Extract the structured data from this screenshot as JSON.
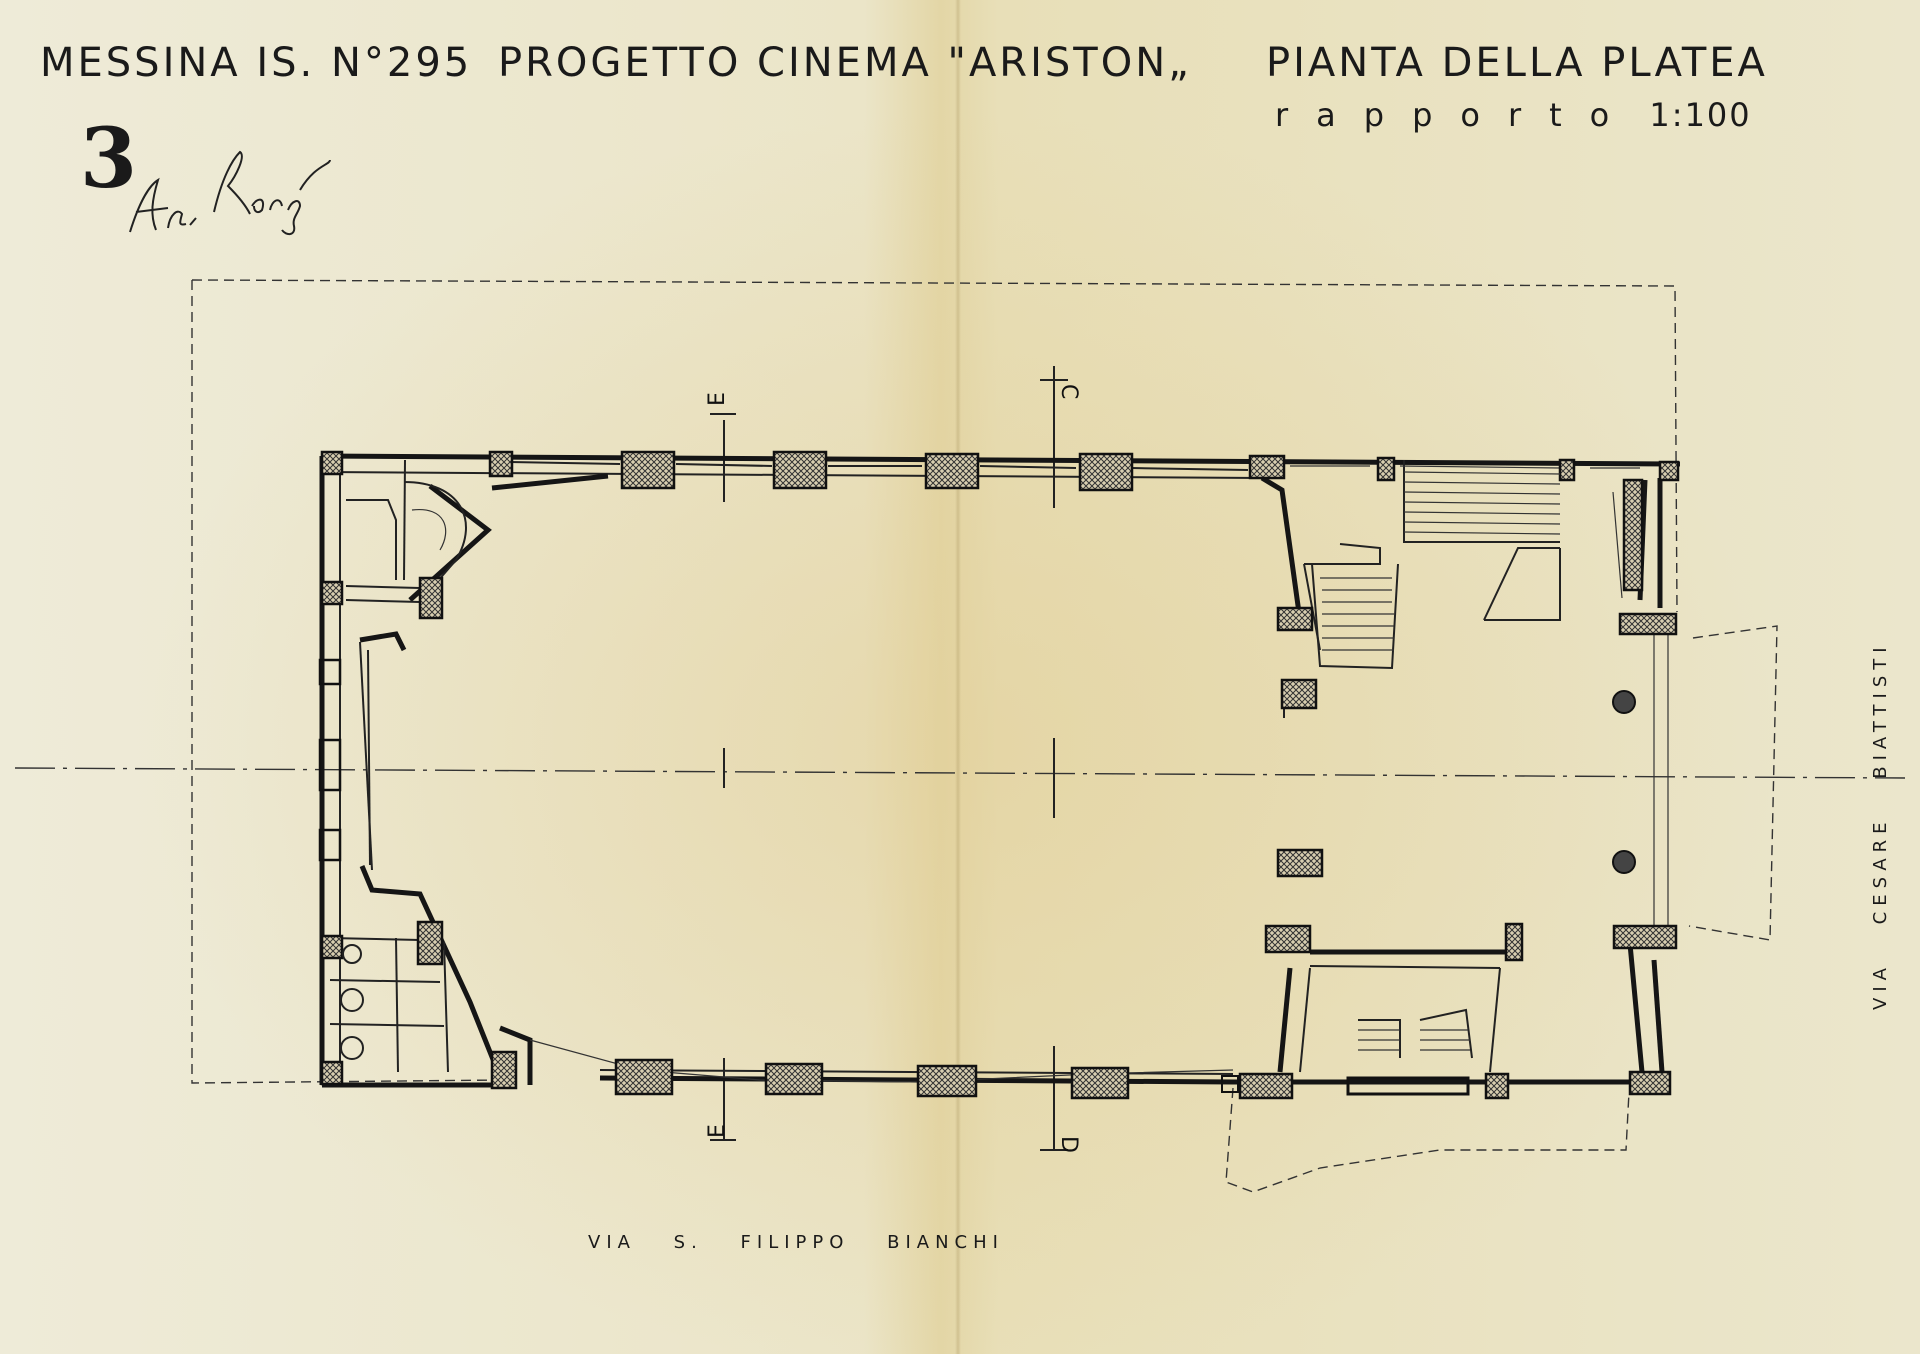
{
  "header": {
    "project_ref": "MESSINA IS. N°295",
    "project_title": "PROGETTO CINEMA \"ARISTON„",
    "sheet_title": "PIANTA DELLA PLATEA",
    "scale_word": "rapporto",
    "scale_value": "1:100"
  },
  "sheet_number": "3",
  "streets": {
    "bottom": "VIA S. FILIPPO BIANCHI",
    "right": "VIA CESARE BIATTISTI"
  },
  "section_markers": {
    "e_top": "E",
    "e_bottom": "E",
    "c_top": "C",
    "d_bottom": "D"
  },
  "colors": {
    "paper": "#ece6c9",
    "ink": "#151515"
  }
}
